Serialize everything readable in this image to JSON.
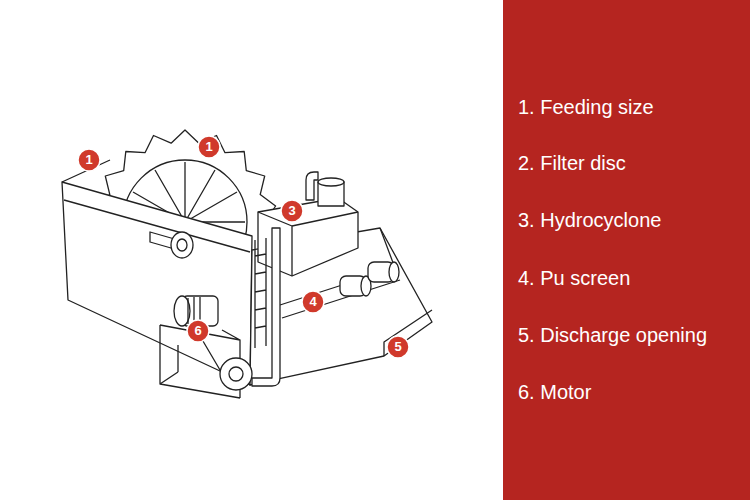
{
  "diagram": {
    "nodes": [
      {
        "text": [
          "1"
        ]
      },
      {
        "text": [
          "1"
        ]
      },
      {
        "text": [
          "3"
        ]
      },
      {
        "text": [
          "4"
        ]
      },
      {
        "text": [
          "5"
        ]
      },
      {
        "text": [
          "6"
        ]
      },
      {
        "text": [
          "1. Feeding size",
          "2. Filter disc",
          "3. Hydrocyclone",
          "4. Pu screen",
          "5. Discharge opening",
          "6. Motor"
        ]
      }
    ]
  }
}
